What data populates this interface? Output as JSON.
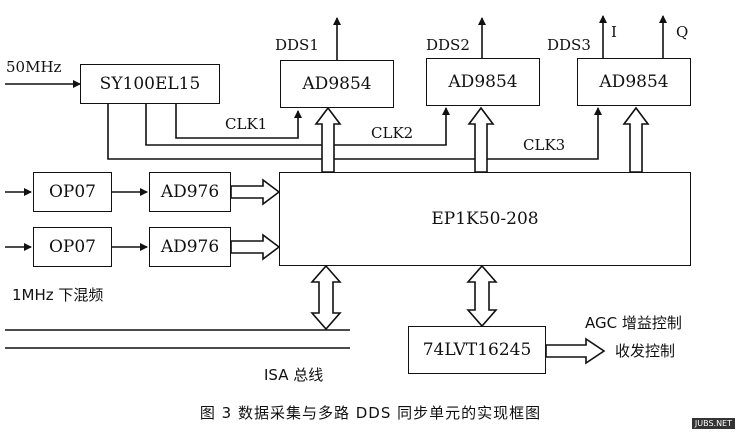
{
  "blocks": {
    "sy100el15": "SY100EL15",
    "dds1_chip": "AD9854",
    "dds2_chip": "AD9854",
    "dds3_chip": "AD9854",
    "op07_a": "OP07",
    "op07_b": "OP07",
    "ad976_a": "AD976",
    "ad976_b": "AD976",
    "fpga": "EP1K50-208",
    "buffer": "74LVT16245"
  },
  "labels": {
    "clock_in": "50MHz",
    "dds1": "DDS1",
    "dds2": "DDS2",
    "dds3": "DDS3",
    "out_i": "I",
    "out_q": "Q",
    "clk1": "CLK1",
    "clk2": "CLK2",
    "clk3": "CLK3",
    "mixer": "1MHz 下混频",
    "isa_bus": "ISA 总线",
    "agc": "AGC 增益控制",
    "txrx": "收发控制"
  },
  "caption": "图 3   数据采集与多路 DDS 同步单元的实现框图",
  "watermark": "JUBS.NET"
}
